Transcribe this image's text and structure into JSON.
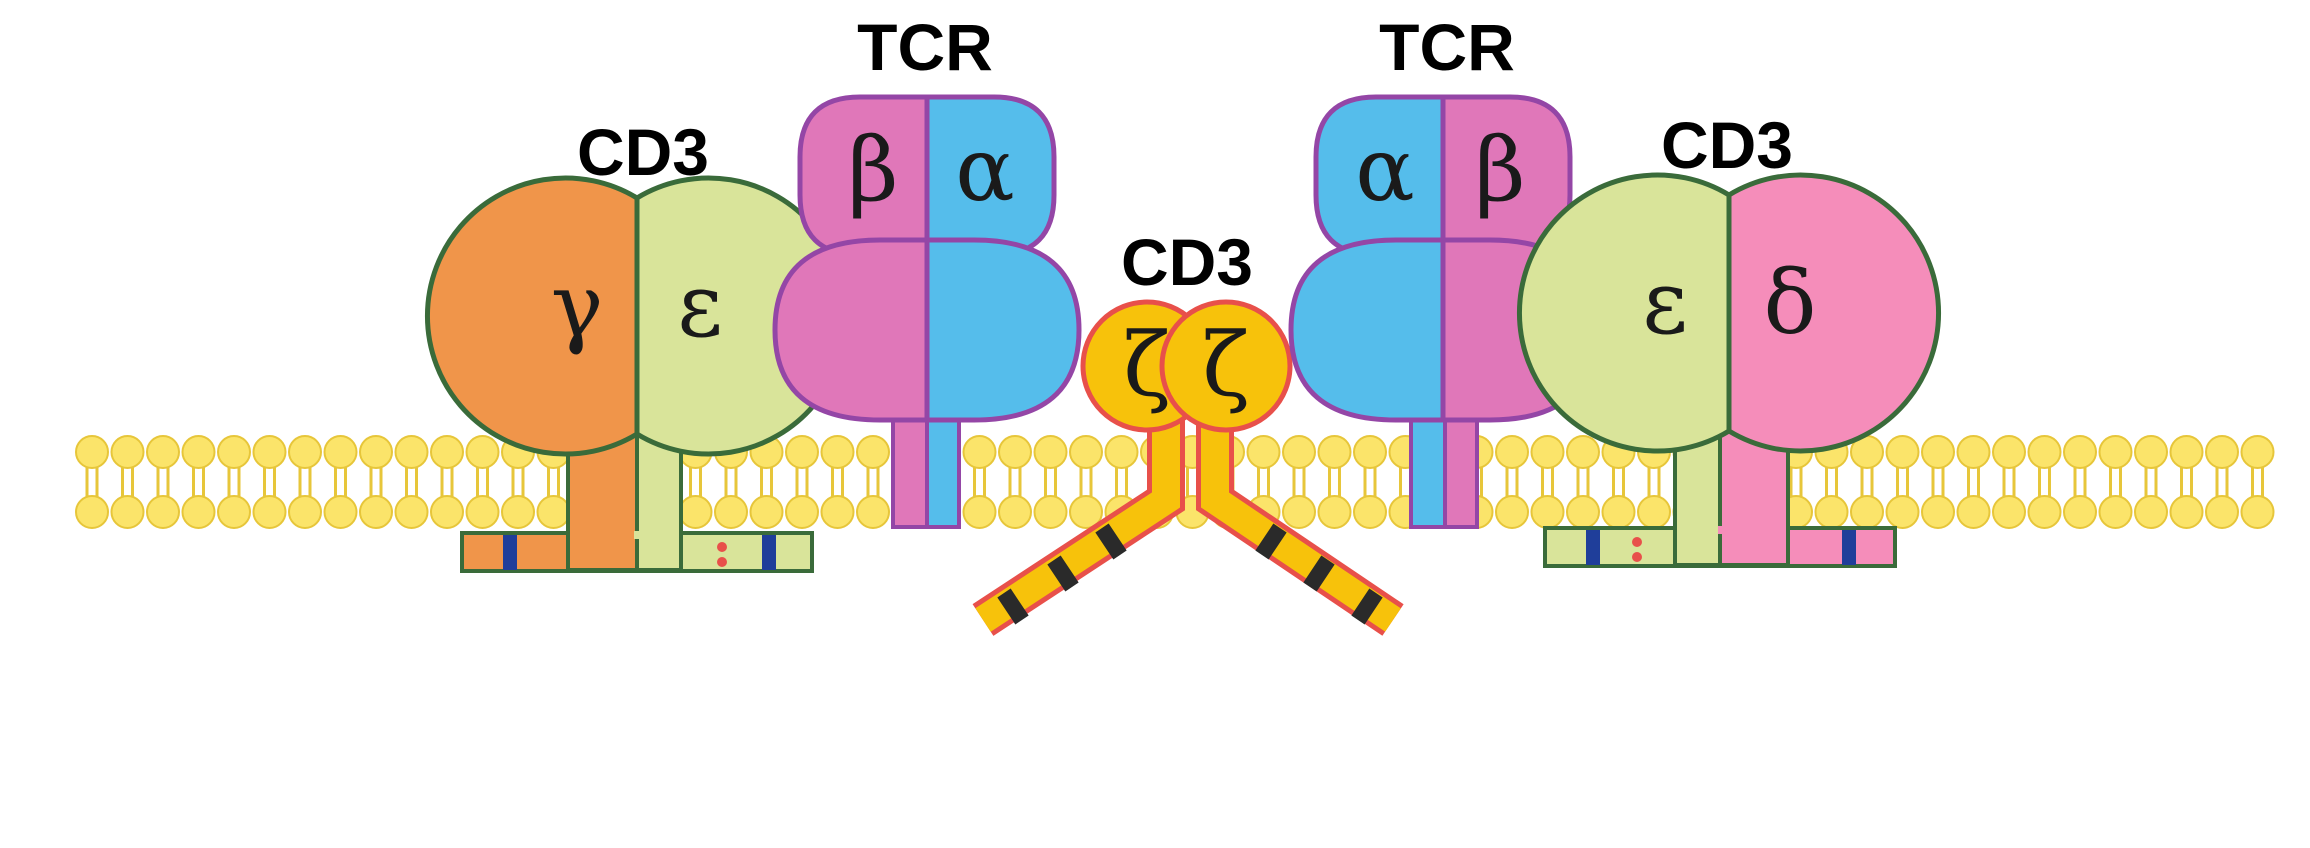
{
  "labels": {
    "cd3_left": "CD3",
    "tcr_left": "TCR",
    "cd3_center": "CD3",
    "tcr_right": "TCR",
    "cd3_right": "CD3"
  },
  "greek": {
    "gamma": "γ",
    "epsilon_left": "ε",
    "beta_left": "β",
    "alpha_left": "α",
    "zeta_1": "ζ",
    "zeta_2": "ζ",
    "alpha_right": "α",
    "beta_right": "β",
    "epsilon_right": "ε",
    "delta": "δ"
  },
  "colors": {
    "gamma": "#F0954A",
    "epsilon": "#D9E49A",
    "beta": "#E077B9",
    "alpha": "#55BDEB",
    "zeta": "#F7C20B",
    "delta": "#F58DBA",
    "cd3_outline": "#3A6B3A",
    "tcr_outline": "#9446A6",
    "zeta_outline": "#E8504A",
    "membrane": "#FBE46A",
    "membrane_outline": "#E7C63A",
    "itam_blue": "#1F3E9A",
    "itam_black": "#2A2A2A",
    "dot_red": "#E8504A"
  }
}
